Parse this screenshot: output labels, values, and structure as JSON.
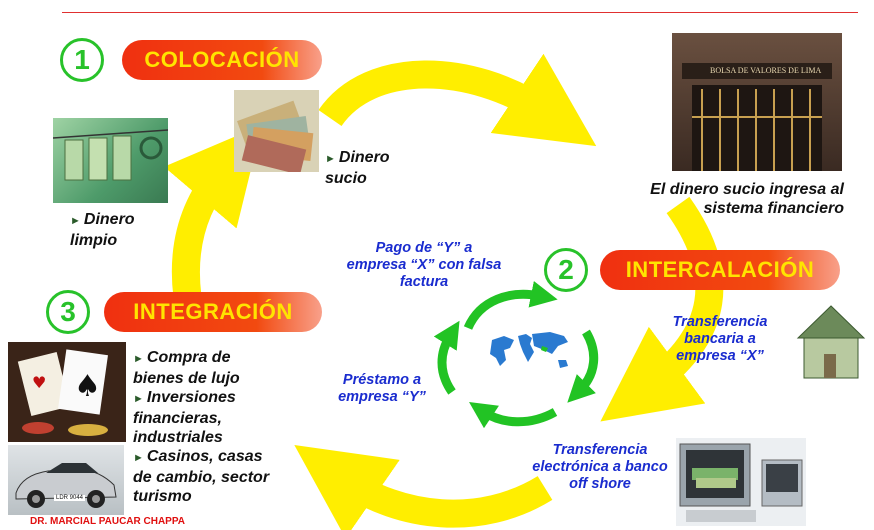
{
  "stages": [
    {
      "number": "1",
      "label": "COLOCACIÓN"
    },
    {
      "number": "2",
      "label": "INTERCALACIÓN"
    },
    {
      "number": "3",
      "label": "INTEGRACIÓN"
    }
  ],
  "labels": {
    "dinero_sucio": "Dinero sucio",
    "dinero_limpio": "Dinero limpio",
    "ingresa": "El dinero sucio ingresa al sistema financiero",
    "pago": "Pago de “Y” a empresa “X” con falsa factura",
    "prestamo": "Préstamo a empresa “Y”",
    "transferencia_bancaria": "Transferencia bancaria a empresa “X”",
    "transferencia_electronica": "Transferencia electrónica a banco off shore"
  },
  "integration_items": [
    "Compra de bienes de lujo",
    "Inversiones financieras, industriales",
    "Casinos, casas de cambio, sector turismo"
  ],
  "images": {
    "stock_exchange_sign": "BOLSA DE VALORES DE LIMA",
    "car_plate": "LDR 9044"
  },
  "author": "DR. MARCIAL PAUCAR CHAPPA",
  "colors": {
    "arrow": "#ffee00",
    "banner": "#f03010",
    "banner_text": "#ffe400",
    "green": "#28c22a",
    "blue_text": "#1a2ccf"
  },
  "icons": [
    "money-on-clothesline-icon",
    "cash-fan-icon",
    "stock-exchange-building-icon",
    "money-house-icon",
    "computer-money-icon",
    "casino-cards-icon",
    "sports-car-icon",
    "world-map-icon"
  ]
}
